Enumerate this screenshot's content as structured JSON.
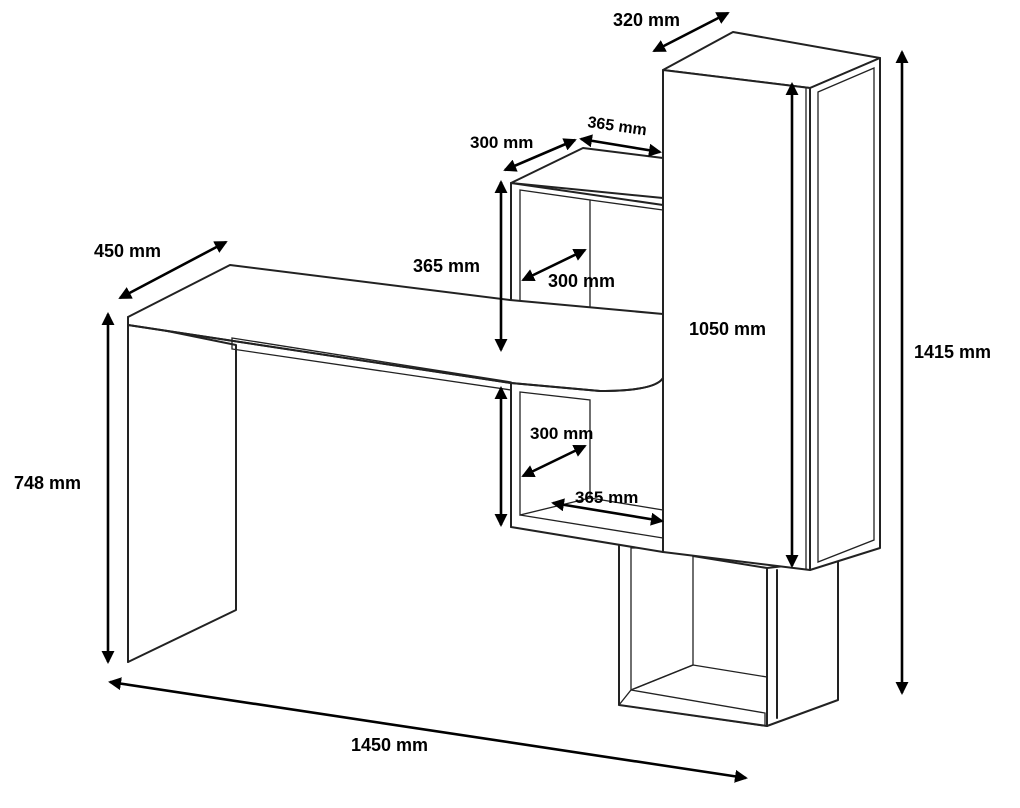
{
  "dimensions": {
    "cabinet_depth": "320 mm",
    "shelf_top_depth": "300 mm",
    "shelf_top_width": "365 mm",
    "desk_depth": "450 mm",
    "upper_shelf_height": "365 mm",
    "upper_shelf_inner_depth": "300 mm",
    "cabinet_height": "1050 mm",
    "total_height": "1415 mm",
    "desk_height": "748 mm",
    "lower_shelf_inner_depth": "300 mm",
    "lower_shelf_width": "365 mm",
    "total_width": "1450 mm"
  }
}
